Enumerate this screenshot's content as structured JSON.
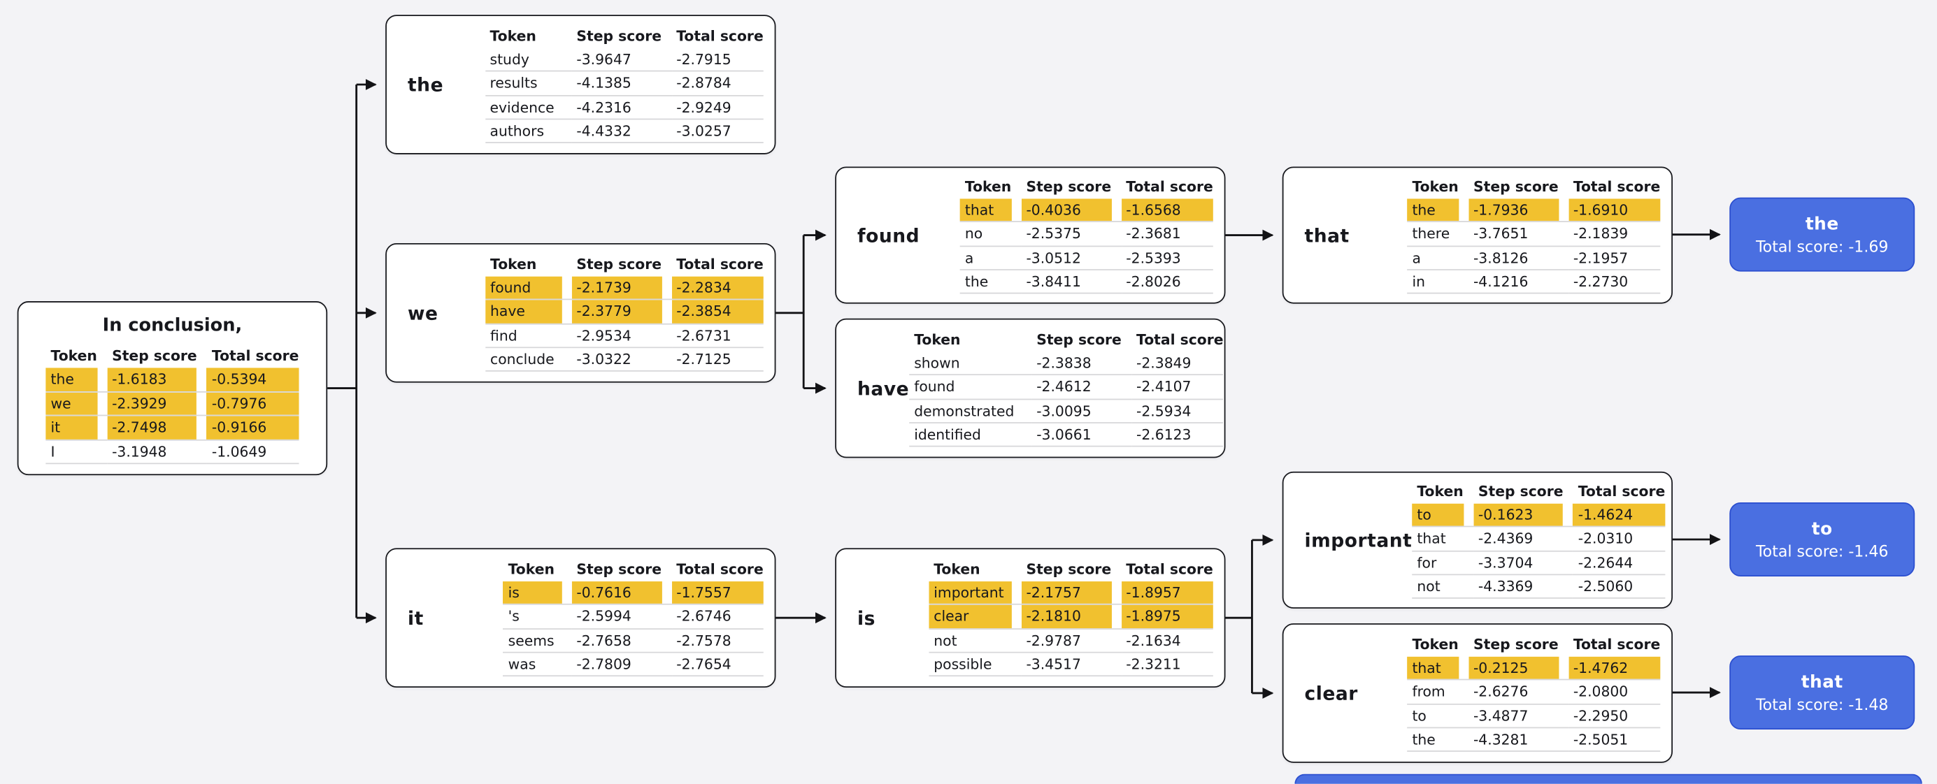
{
  "headers": {
    "token": "Token",
    "step": "Step score",
    "total": "Total score"
  },
  "colors": {
    "background": "#F3F3F6",
    "highlight": "#F1C12F",
    "result_blue": "#4A6FE1",
    "node_border": "#17181D"
  },
  "prompt": {
    "title": "In conclusion,",
    "rows": [
      {
        "token": "the",
        "step": "-1.6183",
        "total": "-0.5394",
        "highlight": true
      },
      {
        "token": "we",
        "step": "-2.3929",
        "total": "-0.7976",
        "highlight": true
      },
      {
        "token": "it",
        "step": "-2.7498",
        "total": "-0.9166",
        "highlight": true
      },
      {
        "token": "I",
        "step": "-3.1948",
        "total": "-1.0649",
        "highlight": false
      }
    ]
  },
  "nodes": {
    "the": {
      "label": "the",
      "rows": [
        {
          "token": "study",
          "step": "-3.9647",
          "total": "-2.7915",
          "highlight": false
        },
        {
          "token": "results",
          "step": "-4.1385",
          "total": "-2.8784",
          "highlight": false
        },
        {
          "token": "evidence",
          "step": "-4.2316",
          "total": "-2.9249",
          "highlight": false
        },
        {
          "token": "authors",
          "step": "-4.4332",
          "total": "-3.0257",
          "highlight": false
        }
      ]
    },
    "we": {
      "label": "we",
      "rows": [
        {
          "token": "found",
          "step": "-2.1739",
          "total": "-2.2834",
          "highlight": true
        },
        {
          "token": "have",
          "step": "-2.3779",
          "total": "-2.3854",
          "highlight": true
        },
        {
          "token": "find",
          "step": "-2.9534",
          "total": "-2.6731",
          "highlight": false
        },
        {
          "token": "conclude",
          "step": "-3.0322",
          "total": "-2.7125",
          "highlight": false
        }
      ]
    },
    "it": {
      "label": "it",
      "rows": [
        {
          "token": "is",
          "step": "-0.7616",
          "total": "-1.7557",
          "highlight": true
        },
        {
          "token": "'s",
          "step": "-2.5994",
          "total": "-2.6746",
          "highlight": false
        },
        {
          "token": "seems",
          "step": "-2.7658",
          "total": "-2.7578",
          "highlight": false
        },
        {
          "token": "was",
          "step": "-2.7809",
          "total": "-2.7654",
          "highlight": false
        }
      ]
    },
    "found": {
      "label": "found",
      "rows": [
        {
          "token": "that",
          "step": "-0.4036",
          "total": "-1.6568",
          "highlight": true
        },
        {
          "token": "no",
          "step": "-2.5375",
          "total": "-2.3681",
          "highlight": false
        },
        {
          "token": "a",
          "step": "-3.0512",
          "total": "-2.5393",
          "highlight": false
        },
        {
          "token": "the",
          "step": "-3.8411",
          "total": "-2.8026",
          "highlight": false
        }
      ]
    },
    "have": {
      "label": "have",
      "rows": [
        {
          "token": "shown",
          "step": "-2.3838",
          "total": "-2.3849",
          "highlight": false
        },
        {
          "token": "found",
          "step": "-2.4612",
          "total": "-2.4107",
          "highlight": false
        },
        {
          "token": "demonstrated",
          "step": "-3.0095",
          "total": "-2.5934",
          "highlight": false
        },
        {
          "token": "identified",
          "step": "-3.0661",
          "total": "-2.6123",
          "highlight": false
        }
      ]
    },
    "is": {
      "label": "is",
      "rows": [
        {
          "token": "important",
          "step": "-2.1757",
          "total": "-1.8957",
          "highlight": true
        },
        {
          "token": "clear",
          "step": "-2.1810",
          "total": "-1.8975",
          "highlight": true
        },
        {
          "token": "not",
          "step": "-2.9787",
          "total": "-2.1634",
          "highlight": false
        },
        {
          "token": "possible",
          "step": "-3.4517",
          "total": "-2.3211",
          "highlight": false
        }
      ]
    },
    "that": {
      "label": "that",
      "rows": [
        {
          "token": "the",
          "step": "-1.7936",
          "total": "-1.6910",
          "highlight": true
        },
        {
          "token": "there",
          "step": "-3.7651",
          "total": "-2.1839",
          "highlight": false
        },
        {
          "token": "a",
          "step": "-3.8126",
          "total": "-2.1957",
          "highlight": false
        },
        {
          "token": "in",
          "step": "-4.1216",
          "total": "-2.2730",
          "highlight": false
        }
      ]
    },
    "important": {
      "label": "important",
      "rows": [
        {
          "token": "to",
          "step": "-0.1623",
          "total": "-1.4624",
          "highlight": true
        },
        {
          "token": "that",
          "step": "-2.4369",
          "total": "-2.0310",
          "highlight": false
        },
        {
          "token": "for",
          "step": "-3.3704",
          "total": "-2.2644",
          "highlight": false
        },
        {
          "token": "not",
          "step": "-4.3369",
          "total": "-2.5060",
          "highlight": false
        }
      ]
    },
    "clear": {
      "label": "clear",
      "rows": [
        {
          "token": "that",
          "step": "-0.2125",
          "total": "-1.4762",
          "highlight": true
        },
        {
          "token": "from",
          "step": "-2.6276",
          "total": "-2.0800",
          "highlight": false
        },
        {
          "token": "to",
          "step": "-3.4877",
          "total": "-2.2950",
          "highlight": false
        },
        {
          "token": "the",
          "step": "-4.3281",
          "total": "-2.5051",
          "highlight": false
        }
      ]
    }
  },
  "results": {
    "the": {
      "token": "the",
      "score_label": "Total score: -1.69"
    },
    "to": {
      "token": "to",
      "score_label": "Total score: -1.46"
    },
    "that": {
      "token": "that",
      "score_label": "Total score: -1.48"
    }
  }
}
